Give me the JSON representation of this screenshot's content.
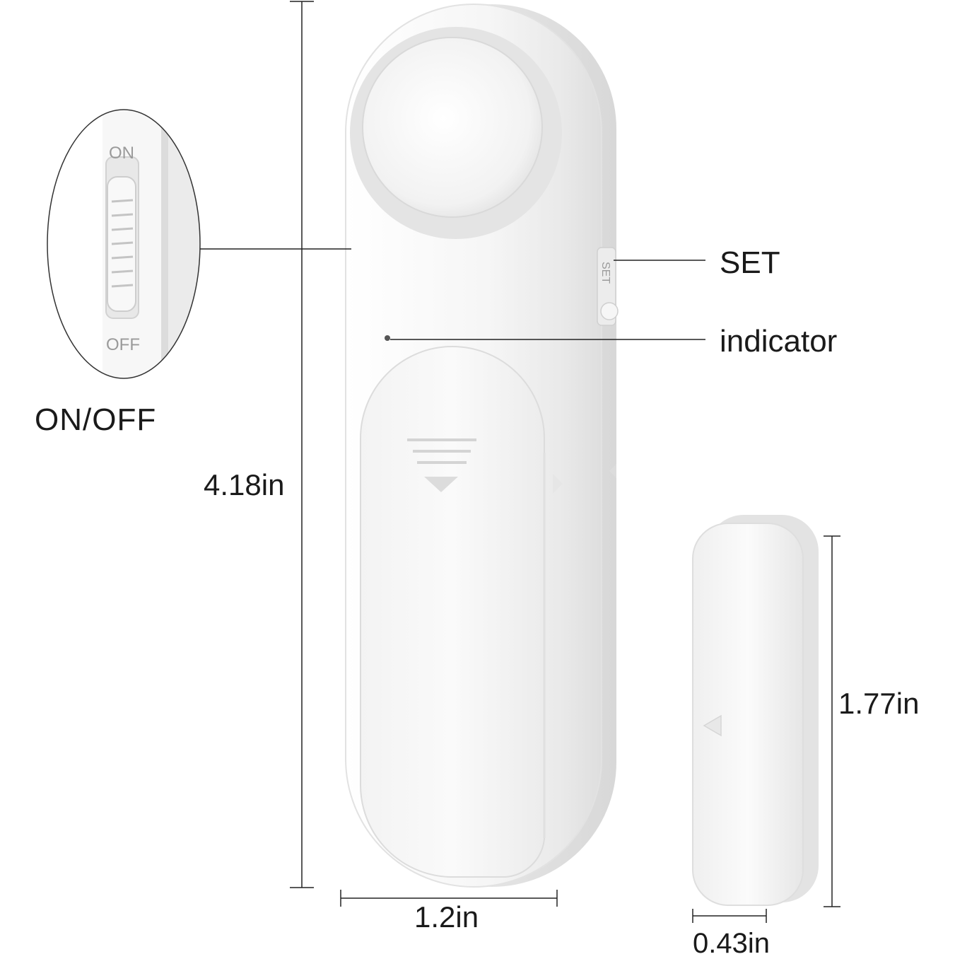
{
  "labels": {
    "set": "SET",
    "indicator": "indicator",
    "on_off": "ON/OFF",
    "switch_on": "ON",
    "switch_off": "OFF",
    "button_marking": "SET"
  },
  "dimensions": {
    "main_height": "4.18in",
    "main_width": "1.2in",
    "sensor_height": "1.77in",
    "sensor_width": "0.43in"
  },
  "colors": {
    "background": "#ffffff",
    "device_body": "#f4f4f4",
    "line": "#222222"
  },
  "icons": [
    "arrow-down-icon",
    "arrow-left-icon"
  ]
}
